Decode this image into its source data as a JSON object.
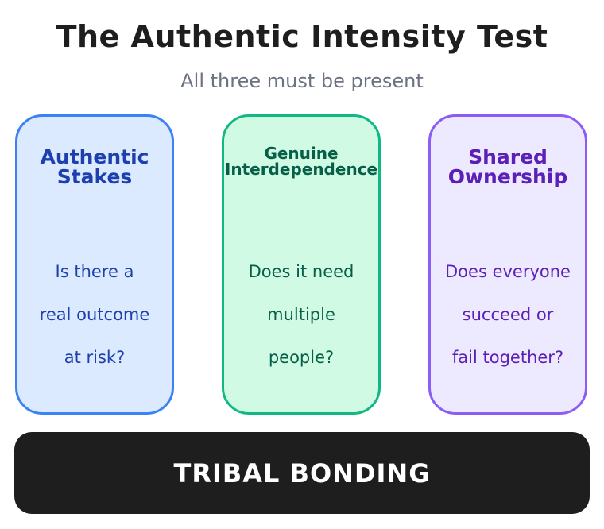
{
  "title": "The Authentic Intensity Test",
  "subtitle": "All three must be present",
  "cards": [
    {
      "heading_lines": [
        "Authentic",
        "Stakes"
      ],
      "body_lines": [
        "Is there a",
        "real outcome",
        "at risk?"
      ],
      "fill": "#dbeafe",
      "stroke": "#3b82f6",
      "text_color": "#1e40af"
    },
    {
      "heading_lines": [
        "Genuine",
        "Interdependence"
      ],
      "body_lines": [
        "Does it need",
        "multiple",
        "people?"
      ],
      "fill": "#d1fae5",
      "stroke": "#10b981",
      "text_color": "#065f46"
    },
    {
      "heading_lines": [
        "Shared",
        "Ownership"
      ],
      "body_lines": [
        "Does everyone",
        "succeed or",
        "fail together?"
      ],
      "fill": "#ede9fe",
      "stroke": "#8b5cf6",
      "text_color": "#5b21b6"
    }
  ],
  "footer": {
    "label": "TRIBAL BONDING",
    "fill": "#1e1e1e"
  }
}
